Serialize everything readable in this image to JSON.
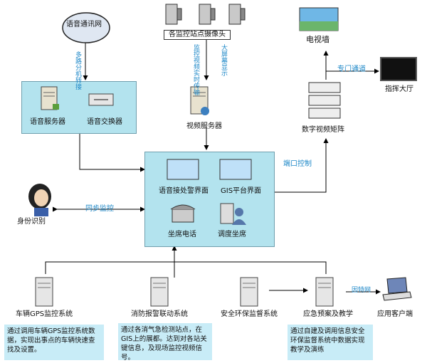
{
  "nodes": {
    "voice_network": "语音通讯网",
    "cameras": "各监控站点摄像头",
    "tv_wall": "电视墙",
    "command_hall": "指挥大厅",
    "voice_server": "语音服务器",
    "voice_switch": "语音交换器",
    "video_server": "视频服务器",
    "digital_matrix": "数字视频矩阵",
    "voice_alarm_ui": "语音接处警界面",
    "gis_ui": "GIS平台界面",
    "seat_phone": "坐席电话",
    "dispatcher": "调度坐席",
    "identity": "身份识别",
    "gps_system": "车辆GPS监控系统",
    "fire_system": "消防报警联动系统",
    "env_system": "安全环保监督系统",
    "emergency": "应急预案及教学",
    "app_client": "应用客户端"
  },
  "edge_labels": {
    "voice_link": "多路分机转接",
    "video_link": "监控视频实时传输",
    "big_screen": "大屏幕显示",
    "special_line": "专门通道",
    "port_control": "端口控制",
    "sync_monitor": "同步监控",
    "internet": "因特网"
  },
  "notes": {
    "gps": "通过调用车辆GPS监控系统数据，实现出事点的车辆快速查找及设置。",
    "fire": "通过各消气急检测站点，在GIS上的展都。达到对各站关键信息，及现场监控视频信号。",
    "emergency": "通过自建及调用信息安全环保监督系统中数据实现教学及演练"
  },
  "colors": {
    "panel": "#b3e3ee",
    "note": "#c8ecf7",
    "edge_label": "#1e88c8"
  }
}
